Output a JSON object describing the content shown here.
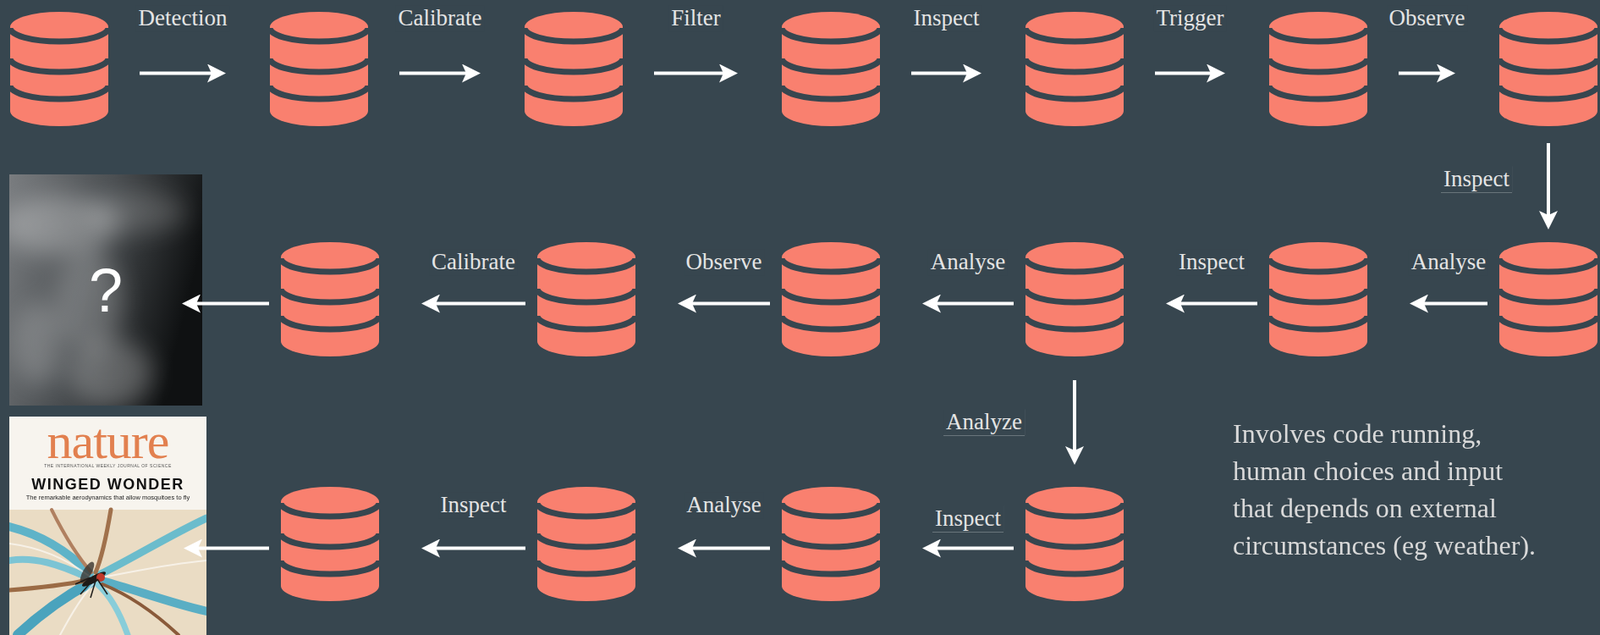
{
  "diagram": {
    "nodes": [
      {
        "text": []
      },
      {
        "text": []
      },
      {
        "text": []
      },
      {
        "text": []
      },
      {
        "text": []
      },
      {
        "text": []
      },
      {
        "text": []
      },
      {
        "text": []
      },
      {
        "text": []
      },
      {
        "text": []
      },
      {
        "text": []
      },
      {
        "text": []
      },
      {
        "text": []
      },
      {
        "text": [
          "?"
        ]
      },
      {
        "text": []
      },
      {
        "text": []
      },
      {
        "text": []
      },
      {
        "text": []
      },
      {
        "text": [
          "nature",
          "THE INTERNATIONAL WEEKLY JOURNAL OF SCIENCE",
          "WINGED WONDER",
          "The remarkable aerodynamics that allow mosquitoes to fly"
        ]
      }
    ],
    "edges": [
      {
        "from": 0,
        "to": 1,
        "label": "Detection",
        "arrow": "to"
      },
      {
        "from": 1,
        "to": 2,
        "label": "Calibrate",
        "arrow": "to"
      },
      {
        "from": 2,
        "to": 3,
        "label": "Filter",
        "arrow": "to"
      },
      {
        "from": 3,
        "to": 4,
        "label": "Inspect",
        "arrow": "to"
      },
      {
        "from": 4,
        "to": 5,
        "label": "Trigger",
        "arrow": "to"
      },
      {
        "from": 5,
        "to": 6,
        "label": "Observe",
        "arrow": "to"
      },
      {
        "from": 6,
        "to": 7,
        "label": "Inspect",
        "arrow": "to"
      },
      {
        "from": 7,
        "to": 8,
        "label": "Analyse",
        "arrow": "to"
      },
      {
        "from": 8,
        "to": 9,
        "label": "Inspect",
        "arrow": "to"
      },
      {
        "from": 9,
        "to": 10,
        "label": "Analyse",
        "arrow": "to"
      },
      {
        "from": 10,
        "to": 11,
        "label": "Observe",
        "arrow": "to"
      },
      {
        "from": 11,
        "to": 12,
        "label": "Calibrate",
        "arrow": "to"
      },
      {
        "from": 12,
        "to": 13,
        "arrow": "to"
      },
      {
        "from": 9,
        "to": 14,
        "label": "Analyze",
        "arrow": "to"
      },
      {
        "from": 14,
        "to": 15,
        "label": "Inspect",
        "arrow": "to"
      },
      {
        "from": 15,
        "to": 16,
        "label": "Analyse",
        "arrow": "to"
      },
      {
        "from": 16,
        "to": 17,
        "label": "Inspect",
        "arrow": "to"
      },
      {
        "from": 17,
        "to": 18,
        "arrow": "to"
      }
    ],
    "labels": [
      "Involves code running, human choices and input that depends on external circumstances (eg weather)."
    ]
  }
}
